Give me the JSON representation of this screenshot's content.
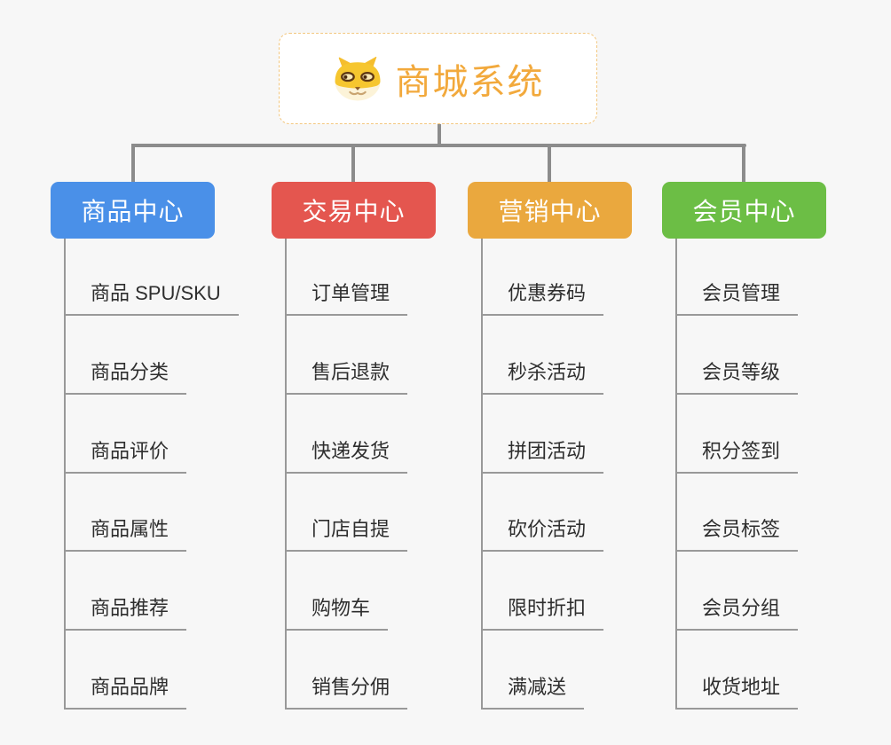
{
  "root": {
    "title": "商城系统",
    "icon": "shiba-dog-icon",
    "accent_color": "#F2A93C",
    "border_color": "#F3C77F"
  },
  "connector_color": "#8C8C8C",
  "line_color": "#999999",
  "background_color": "#F7F7F7",
  "branches": [
    {
      "label": "商品中心",
      "color": "#4A90E8",
      "items": [
        "商品 SPU/SKU",
        "商品分类",
        "商品评价",
        "商品属性",
        "商品推荐",
        "商品品牌"
      ]
    },
    {
      "label": "交易中心",
      "color": "#E4564F",
      "items": [
        "订单管理",
        "售后退款",
        "快递发货",
        "门店自提",
        "购物车",
        "销售分佣"
      ]
    },
    {
      "label": "营销中心",
      "color": "#EAA83E",
      "items": [
        "优惠券码",
        "秒杀活动",
        "拼团活动",
        "砍价活动",
        "限时折扣",
        "满减送"
      ]
    },
    {
      "label": "会员中心",
      "color": "#6CBE45",
      "items": [
        "会员管理",
        "会员等级",
        "积分签到",
        "会员标签",
        "会员分组",
        "收货地址"
      ]
    }
  ]
}
